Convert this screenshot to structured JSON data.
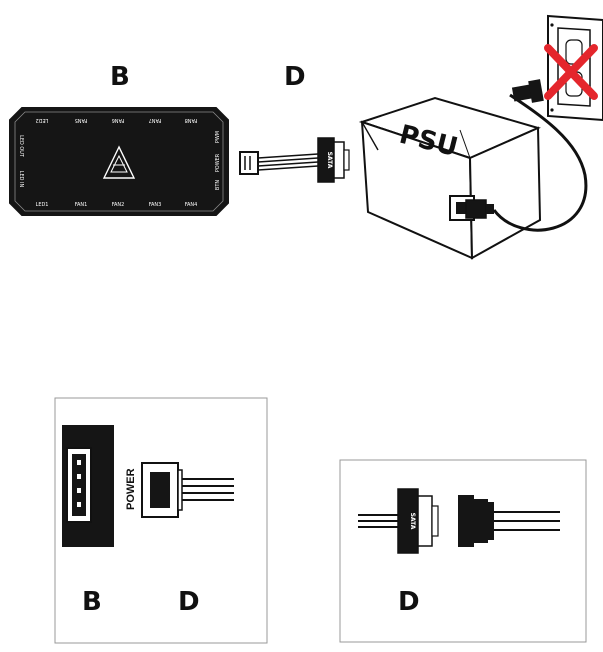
{
  "top_diagram": {
    "label_b": "B",
    "label_d": "D",
    "psu_label": "PSU",
    "hub_labels": {
      "top_row": [
        "LED2",
        "FAN5",
        "FAN6",
        "FAN7",
        "FAN8"
      ],
      "bottom_row": [
        "LED1",
        "FAN1",
        "FAN2",
        "FAN3",
        "FAN4"
      ],
      "left_col": [
        "LED OUT",
        "LED IN"
      ],
      "right_col": [
        "PWM",
        "POWER",
        "BTN"
      ]
    },
    "connector_text": "SATA"
  },
  "bottom_left_panel": {
    "power_label": "POWER",
    "label_b": "B",
    "label_d": "D"
  },
  "bottom_right_panel": {
    "connector_text": "SATA",
    "label_d": "D"
  },
  "colors": {
    "hub_body": "#151515",
    "prohibited_x": "#e4262c",
    "ink": "#111111"
  },
  "icons": [
    "outlet-icon",
    "prohibited-x-icon",
    "hub-logo-icon",
    "power-plug-icon"
  ]
}
